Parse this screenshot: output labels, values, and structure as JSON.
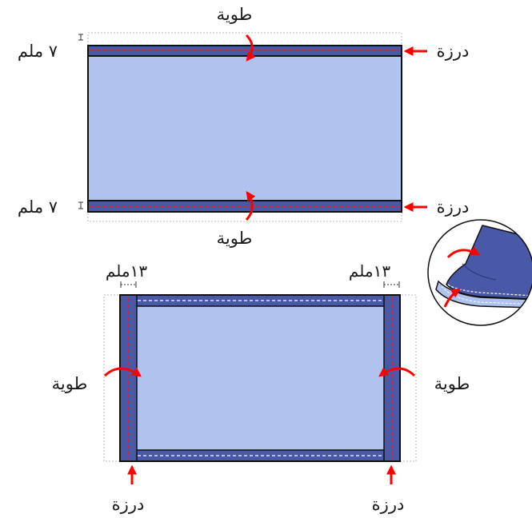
{
  "labels": {
    "fold": "طوية",
    "seam": "درزة",
    "mm7": "٧ ملم",
    "mm13": "١٣ملم"
  },
  "colors": {
    "fabric_light": "#b0c3ee",
    "hem_dark": "#4a58a8",
    "outline": "#111111",
    "arrow": "#ff0000",
    "stitch_red": "#e02020",
    "stitch_white": "#ffffff",
    "guide_dotted": "#bbbbbb"
  }
}
